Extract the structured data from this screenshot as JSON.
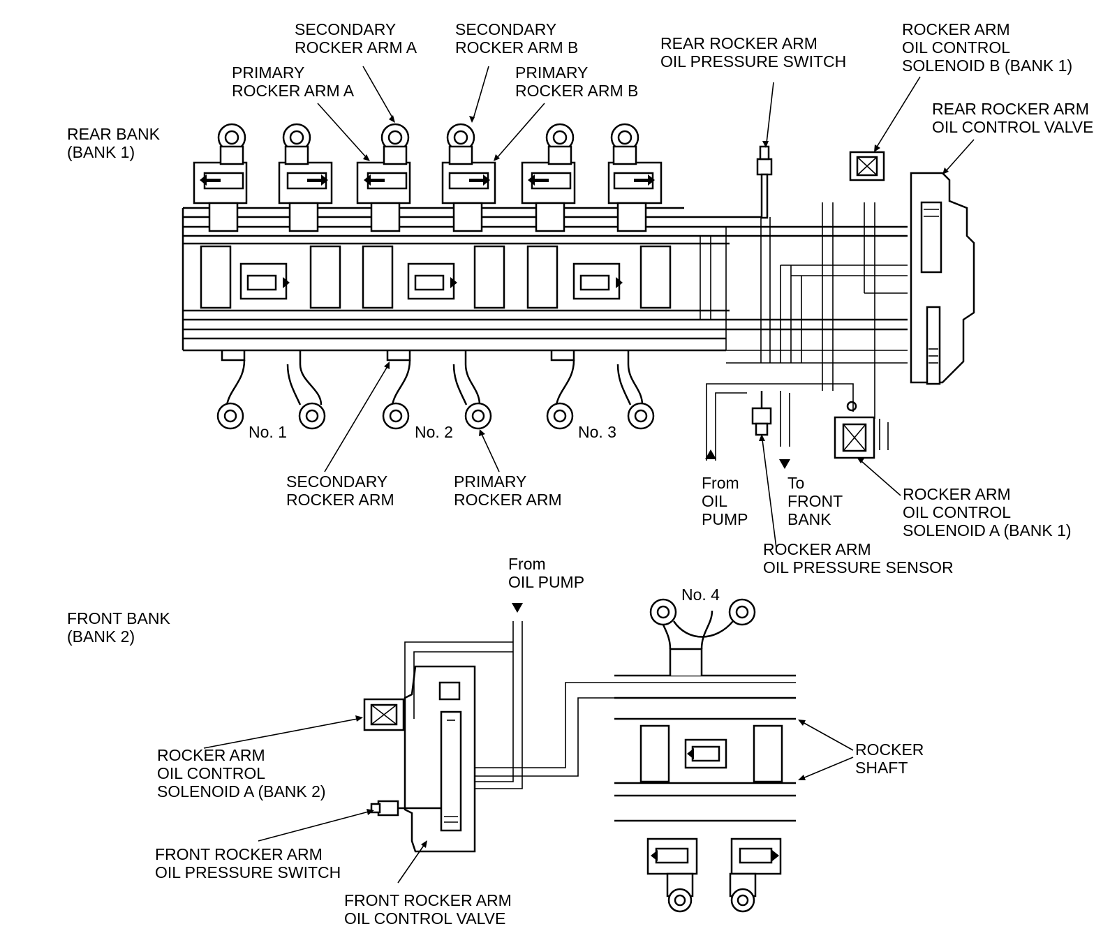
{
  "banks": {
    "rear": {
      "line1": "REAR BANK",
      "line2": "(BANK 1)"
    },
    "front": {
      "line1": "FRONT BANK",
      "line2": "(BANK 2)"
    }
  },
  "rear_labels": {
    "secondary_a": [
      "SECONDARY",
      "ROCKER ARM A"
    ],
    "secondary_b": [
      "SECONDARY",
      "ROCKER ARM B"
    ],
    "primary_a": [
      "PRIMARY",
      "ROCKER ARM A"
    ],
    "primary_b": [
      "PRIMARY",
      "ROCKER ARM B"
    ],
    "rear_pressure_switch": [
      "REAR ROCKER ARM",
      "OIL PRESSURE SWITCH"
    ],
    "solenoid_b": [
      "ROCKER ARM",
      "OIL CONTROL",
      "SOLENOID B (BANK 1)"
    ],
    "rear_control_valve": [
      "REAR ROCKER ARM",
      "OIL CONTROL VALVE"
    ],
    "secondary_rocker": [
      "SECONDARY",
      "ROCKER ARM"
    ],
    "primary_rocker": [
      "PRIMARY",
      "ROCKER ARM"
    ],
    "from_oil_pump": [
      "From",
      "OIL",
      "PUMP"
    ],
    "to_front_bank": [
      "To",
      "FRONT",
      "BANK"
    ],
    "solenoid_a_bank1": [
      "ROCKER ARM",
      "OIL CONTROL",
      "SOLENOID A (BANK 1)"
    ],
    "pressure_sensor": [
      "ROCKER ARM",
      "OIL PRESSURE SENSOR"
    ]
  },
  "cylinders": [
    "No. 1",
    "No. 2",
    "No. 3",
    "No. 4"
  ],
  "front_labels": {
    "from_oil_pump": [
      "From",
      "OIL PUMP"
    ],
    "solenoid_a_bank2": [
      "ROCKER ARM",
      "OIL CONTROL",
      "SOLENOID A (BANK 2)"
    ],
    "front_pressure_switch": [
      "FRONT ROCKER ARM",
      "OIL PRESSURE SWITCH"
    ],
    "front_control_valve": [
      "FRONT ROCKER ARM",
      "OIL CONTROL VALVE"
    ],
    "rocker_shaft": [
      "ROCKER",
      "SHAFT"
    ]
  }
}
